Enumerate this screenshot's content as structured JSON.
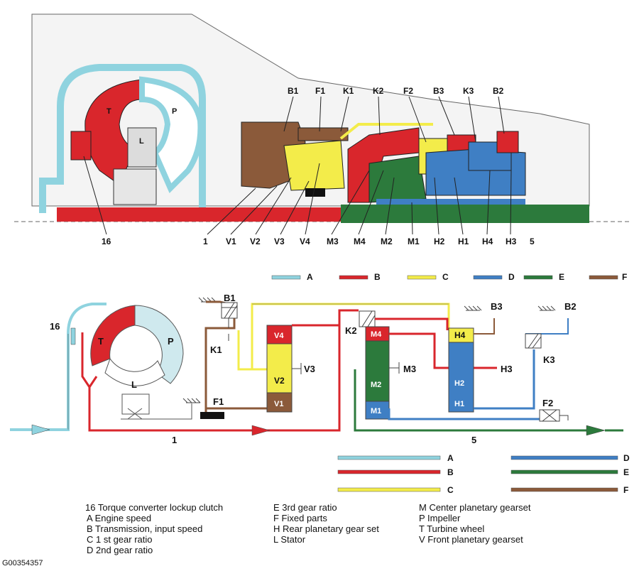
{
  "colors": {
    "A": "#8fd3df",
    "B": "#d9262c",
    "C": "#f3ec4a",
    "D": "#3f7fc4",
    "E": "#2c7a3c",
    "F": "#8b5a3a",
    "housing": "#bfbfbf"
  },
  "section_labels": {
    "top_row": [
      "B1",
      "F1",
      "K1",
      "K2",
      "F2",
      "B3",
      "K3",
      "B2"
    ],
    "bottom_row": [
      "16",
      "1",
      "V1",
      "V2",
      "V3",
      "V4",
      "M3",
      "M4",
      "M2",
      "M1",
      "H2",
      "H1",
      "H4",
      "H3",
      "5"
    ],
    "T": "T",
    "P": "P",
    "L": "L"
  },
  "key_top": [
    "A",
    "B",
    "C",
    "D",
    "E",
    "F"
  ],
  "key_bottom": [
    "A",
    "B",
    "C",
    "D",
    "E",
    "F"
  ],
  "schematic": {
    "B1": "B1",
    "B2": "B2",
    "B3": "B3",
    "K1": "K1",
    "K2": "K2",
    "K3": "K3",
    "F1": "F1",
    "F2": "F2",
    "V1": "V1",
    "V2": "V2",
    "V3": "V3",
    "V4": "V4",
    "M1": "M1",
    "M2": "M2",
    "M3": "M3",
    "M4": "M4",
    "H1": "H1",
    "H2": "H2",
    "H3": "H3",
    "H4": "H4",
    "T": "T",
    "P": "P",
    "L": "L",
    "label_16": "16",
    "label_1": "1",
    "label_5": "5"
  },
  "legend": {
    "col1": [
      "16  Torque converter lockup clutch",
      "A  Engine speed",
      "B  Transmission, input speed",
      "C  1 st gear ratio",
      "D  2nd gear ratio"
    ],
    "col2": [
      "E  3rd gear ratio",
      "F  Fixed parts",
      "H  Rear planetary gear set",
      "L  Stator"
    ],
    "col3": [
      "M  Center planetary gearset",
      "P  Impeller",
      "T  Turbine wheel",
      "V  Front planetary gearset"
    ]
  },
  "figure_code": "G00354357"
}
